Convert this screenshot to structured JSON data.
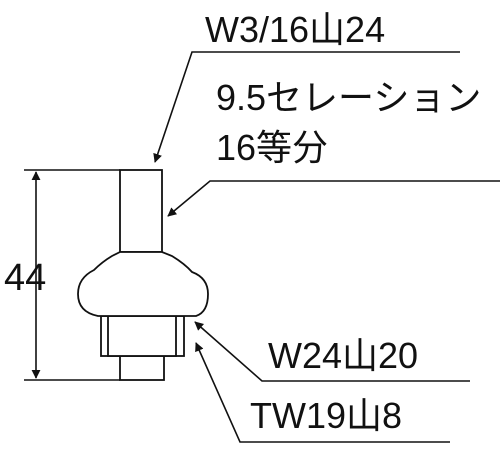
{
  "labels": {
    "top_thread": "W3/16山24",
    "serration_line1": "9.5セレーション",
    "serration_line2": "16等分",
    "height_dimension": "44",
    "lower_thread_1": "W24山20",
    "lower_thread_2": "TW19山8"
  }
}
